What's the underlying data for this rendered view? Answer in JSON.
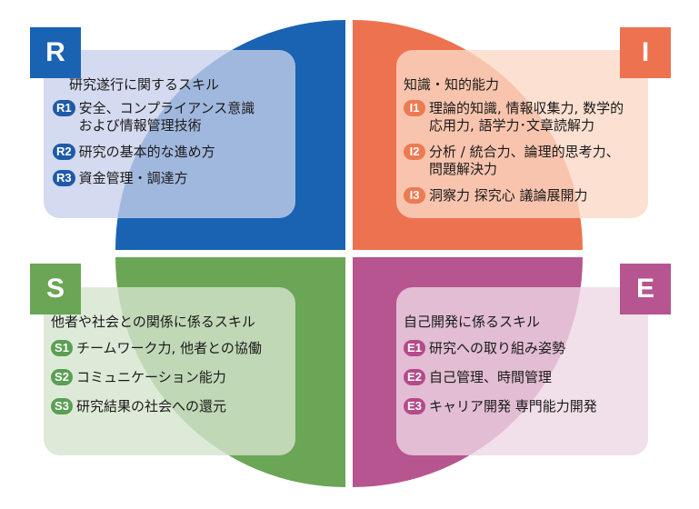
{
  "colors": {
    "R": "#1a63b2",
    "I": "#ed7250",
    "S": "#6aa655",
    "E": "#b6558f"
  },
  "quadrants": {
    "R": {
      "letter": "R",
      "title": "研究遂行に関するスキル",
      "items": [
        {
          "code": "R1",
          "text": "安全、コンプライアンス意識\nおよび情報管理技術"
        },
        {
          "code": "R2",
          "text": "研究の基本的な進め方"
        },
        {
          "code": "R3",
          "text": "資金管理・調達方"
        }
      ]
    },
    "I": {
      "letter": "I",
      "title": "知識・知的能力",
      "items": [
        {
          "code": "I1",
          "text": "理論的知識, 情報収集力, 数学的\n応用力, 語学力･文章読解力"
        },
        {
          "code": "I2",
          "text": "分析 / 統合力、論理的思考力、\n問題解決力"
        },
        {
          "code": "I3",
          "text": "洞察力 探究心 議論展開力"
        }
      ]
    },
    "S": {
      "letter": "S",
      "title": "他者や社会との関係に係るスキル",
      "items": [
        {
          "code": "S1",
          "text": "チームワーク力, 他者との協働"
        },
        {
          "code": "S2",
          "text": "コミュニケーション能力"
        },
        {
          "code": "S3",
          "text": "研究結果の社会への還元"
        }
      ]
    },
    "E": {
      "letter": "E",
      "title": "自己開発に係るスキル",
      "items": [
        {
          "code": "E1",
          "text": "研究への取り組み姿勢"
        },
        {
          "code": "E2",
          "text": "自己管理、時間管理"
        },
        {
          "code": "E3",
          "text": "キャリア開発 専門能力開発"
        }
      ]
    }
  }
}
